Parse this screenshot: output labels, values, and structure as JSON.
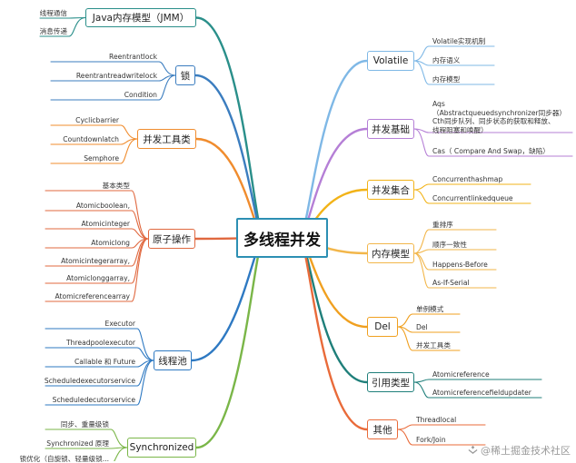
{
  "central": {
    "label": "多线程并发",
    "color": "#2c8fb3"
  },
  "branches": [
    {
      "id": "jmm",
      "label": "Java内存模型（JMM）",
      "color": "#2a8f8a",
      "items": [
        "线程通信",
        "消息传递"
      ]
    },
    {
      "id": "lock",
      "label": "锁",
      "color": "#3b7dbf",
      "items": [
        "Reentrantlock",
        "Reentrantreadwritelock",
        "Condition"
      ]
    },
    {
      "id": "tools",
      "label": "并发工具类",
      "color": "#f08c2e",
      "items": [
        "Cyclicbarrier",
        "Countdownlatch",
        "Semphore"
      ]
    },
    {
      "id": "atomic",
      "label": "原子操作",
      "color": "#e0683f",
      "items": [
        "基本类型",
        "Atomicboolean,",
        "Atomicinteger",
        "Atomiclong",
        "Atomicintegerarray,",
        "Atomiclonggarray,",
        "Atomicreferencearray"
      ]
    },
    {
      "id": "pool",
      "label": "线程池",
      "color": "#2e79c2",
      "items": [
        "Executor",
        "Threadpoolexecutor",
        "Callable 和 Future",
        "Scheduledexecutorservice",
        "Scheduledecutorservice"
      ]
    },
    {
      "id": "sync",
      "label": "Synchronized",
      "color": "#7ab648",
      "items": [
        "同步、重量级锁",
        "Synchronized 原理",
        "锁优化（自旋锁、轻量级锁..."
      ]
    },
    {
      "id": "volatile",
      "label": "Volatile",
      "color": "#7fb8e6",
      "items": [
        "Volatile实现机制",
        "内存语义",
        "内存模型"
      ]
    },
    {
      "id": "basics",
      "label": "并发基础",
      "color": "#b57fd6",
      "items": [
        "Aqs\n（Abstractqueuedsynchronizer同步器）\nCth同步队列、同步状态的获取和释放、\n线程阻塞和唤醒）",
        "Cas（ Compare And Swap，缺陷）"
      ]
    },
    {
      "id": "collections",
      "label": "并发集合",
      "color": "#f2b318",
      "items": [
        "Concurrenthashmap",
        "Concurrentlinkedqueue"
      ]
    },
    {
      "id": "memmodel",
      "label": "内存模型",
      "color": "#f2b64a",
      "items": [
        "重排序",
        "顺序一致性",
        "Happens-Before",
        "As-If-Serial"
      ]
    },
    {
      "id": "del",
      "label": "Del",
      "color": "#f0a020",
      "items": [
        "单例模式",
        "Del",
        "并发工具类"
      ]
    },
    {
      "id": "ref",
      "label": "引用类型",
      "color": "#1f7f7a",
      "items": [
        "Atomicreference",
        "Atomicreferencefieldupdater"
      ]
    },
    {
      "id": "other",
      "label": "其他",
      "color": "#e96b3a",
      "items": [
        "Threadlocal",
        "Fork/Join"
      ]
    }
  ],
  "watermark": "@稀土掘金技术社区"
}
